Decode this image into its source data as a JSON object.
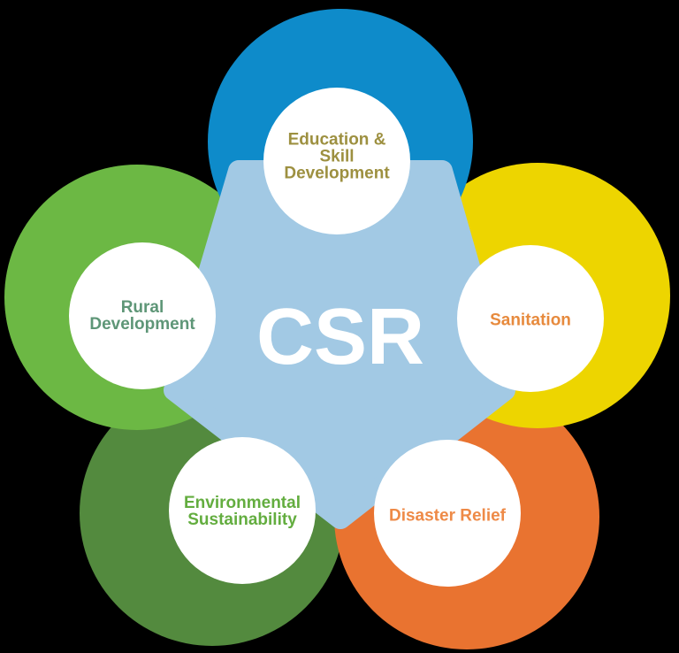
{
  "diagram_title": "CSR",
  "background_color": "#000000",
  "center": {
    "label": "CSR",
    "text_color": "#FFFFFF",
    "shape_color": "#A2C9E4"
  },
  "inner_circle_color": "#FFFFFF",
  "petals": [
    {
      "id": "education",
      "label": "Education &\nSkill\nDevelopment",
      "circle_color": "#0E8BCA",
      "text_color": "#9D9040"
    },
    {
      "id": "sanitation",
      "label": "Sanitation",
      "circle_color": "#EDD500",
      "text_color": "#E78A3D"
    },
    {
      "id": "disaster",
      "label": "Disaster Relief",
      "circle_color": "#E97330",
      "text_color": "#EE8A47"
    },
    {
      "id": "environmental",
      "label": "Environmental\nSustainability",
      "circle_color": "#538A3E",
      "text_color": "#63AD3F"
    },
    {
      "id": "rural",
      "label": "Rural\nDevelopment",
      "circle_color": "#6CB844",
      "text_color": "#5E9677"
    }
  ]
}
